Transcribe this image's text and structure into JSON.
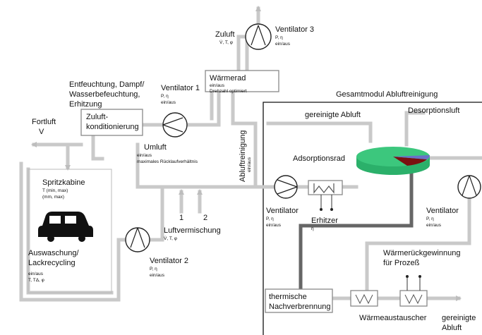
{
  "diagram": {
    "module_title": "Gesamtmodul Abluftreinigung",
    "zuluft": {
      "title": "Zuluft",
      "sub": "V̇, T, φ"
    },
    "ventilator3": {
      "title": "Ventilator 3",
      "sub1": "P, η",
      "sub2": "ein/aus"
    },
    "waermerad": {
      "title": "Wärmerad",
      "sub1": "ein/aus",
      "sub2": "Drehzahl optimiert"
    },
    "entfeuchtung": {
      "line1": "Entfeuchtung, Dampf/",
      "line2": "Wasserbefeuchtung,",
      "line3": "Erhitzung"
    },
    "ventilator1": {
      "title": "Ventilator 1",
      "sub1": "P, η",
      "sub2": "ein/aus"
    },
    "zuluftkond": {
      "line1": "Zuluft-",
      "line2": "konditionierung"
    },
    "fortluft": {
      "line1": "Fortluft",
      "line2": "V"
    },
    "umluft": {
      "title": "Umluft",
      "sub1": "ein/aus",
      "sub2": "maximales Rücklaufverhältnis"
    },
    "abluftreinigung": {
      "title": "Abluftreinigung",
      "sub": "ein/aus"
    },
    "gereinigte_abluft_top": "gereinigte Abluft",
    "desorptionsluft": "Desorptionsluft",
    "adsorptionsrad": "Adsorptionsrad",
    "spritzkabine": {
      "title": "Spritzkabine",
      "sub1": "T (min, max)",
      "sub2": "(mm, max)"
    },
    "auswaschung": {
      "line1": "Auswaschung/",
      "line2": "Lackrecycling",
      "sub1": "ein/aus",
      "sub2": "T, TΔ, φ"
    },
    "mix_labels": [
      "1",
      "2"
    ],
    "luftvermischung": {
      "title": "Luftvermischung",
      "sub": "V̇, T, φ"
    },
    "ventilator2": {
      "title": "Ventilator 2",
      "sub1": "P, η",
      "sub2": "ein/aus"
    },
    "ventilator_left": {
      "title": "Ventilator",
      "sub1": "P, η",
      "sub2": "ein/aus"
    },
    "erhitzer": {
      "title": "Erhitzer",
      "sub": "η"
    },
    "ventilator_right": {
      "title": "Ventilator",
      "sub1": "P, η",
      "sub2": "ein/aus"
    },
    "waermerueck": {
      "line1": "Wärmerückgewinnung",
      "line2": "für Prozeß"
    },
    "thermische": {
      "line1": "thermische",
      "line2": "Nachverbrennung"
    },
    "waermetauscher": "Wärmeaustauscher",
    "gereinigte_abluft_bottom": {
      "line1": "gereinigte",
      "line2": "Abluft"
    }
  }
}
